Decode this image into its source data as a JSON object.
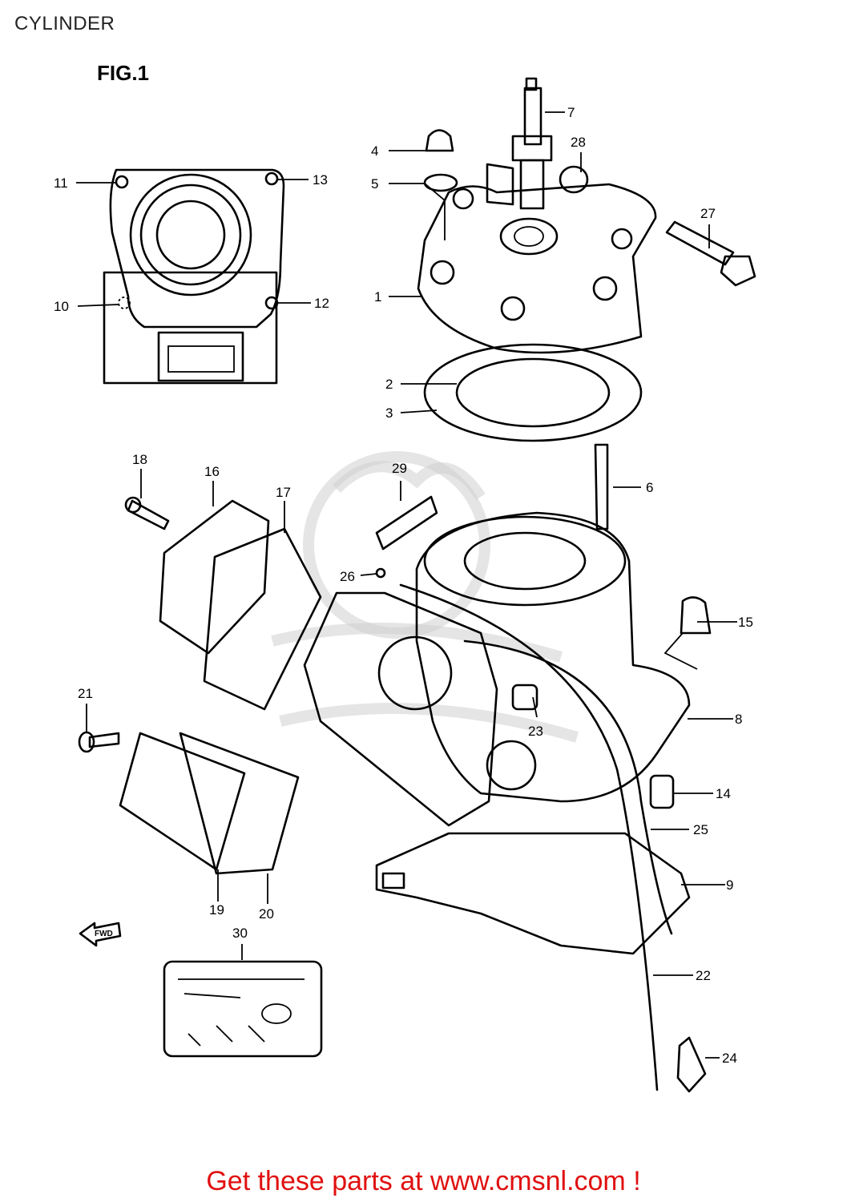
{
  "header": {
    "title": "CYLINDER",
    "figure": "FIG.1"
  },
  "diagram": {
    "fwd_label": "FWD",
    "callouts": [
      "1",
      "2",
      "3",
      "4",
      "5",
      "6",
      "7",
      "8",
      "9",
      "10",
      "11",
      "12",
      "13",
      "14",
      "15",
      "16",
      "17",
      "18",
      "19",
      "20",
      "21",
      "22",
      "23",
      "24",
      "25",
      "26",
      "27",
      "28",
      "29",
      "30"
    ]
  },
  "footer": {
    "link_text": "Get these parts at www.cmsnl.com !",
    "link_color": "#e01010"
  }
}
